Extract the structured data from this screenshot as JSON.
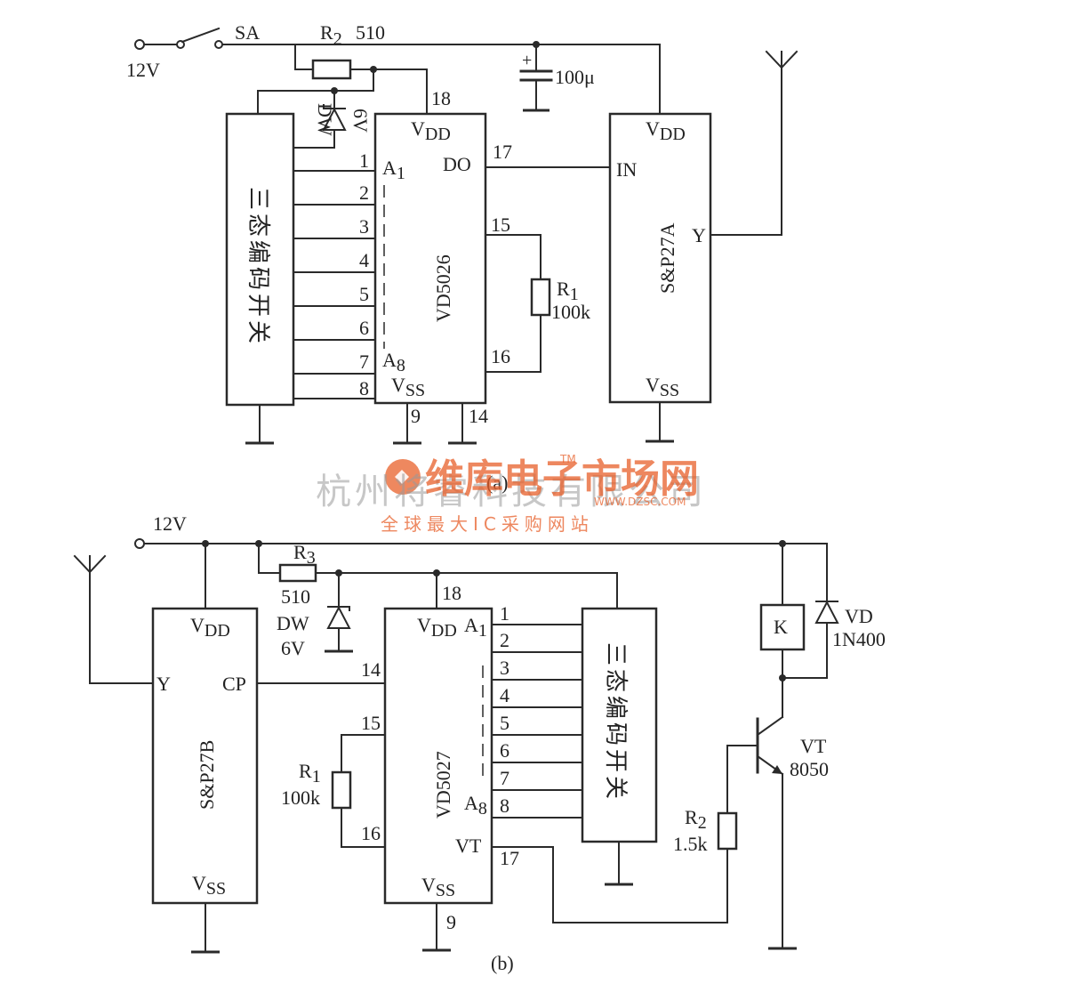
{
  "transmitter": {
    "supply": "12V",
    "switch": "SA",
    "r2": "R",
    "r2_sub": "2",
    "r2_value": "510",
    "capacitor": "100μ",
    "cap_plus": "+",
    "zener": "DW",
    "zener_value": "6V",
    "encoder_switch": "三态编码开关",
    "ic": "VD5026",
    "ic_vdd": "V",
    "ic_vdd_sub": "DD",
    "ic_vss": "V",
    "ic_vss_sub": "SS",
    "ic_do": "DO",
    "ic_a1": "A",
    "ic_a1_sub": "1",
    "ic_a8": "A",
    "ic_a8_sub": "8",
    "pins": [
      "1",
      "2",
      "3",
      "4",
      "5",
      "6",
      "7",
      "8"
    ],
    "pin18": "18",
    "pin17": "17",
    "pin15": "15",
    "pin16": "16",
    "pin9": "9",
    "pin14": "14",
    "r1": "R",
    "r1_sub": "1",
    "r1_value": "100k",
    "module": "S&P27A",
    "mod_vdd": "V",
    "mod_vdd_sub": "DD",
    "mod_vss": "V",
    "mod_vss_sub": "SS",
    "mod_in": "IN",
    "mod_y": "Y",
    "caption": "(a)"
  },
  "receiver": {
    "supply": "12V",
    "module": "S&P27B",
    "mod_vdd": "V",
    "mod_vdd_sub": "DD",
    "mod_vss": "V",
    "mod_vss_sub": "SS",
    "mod_y": "Y",
    "mod_cp": "CP",
    "r3": "R",
    "r3_sub": "3",
    "r3_value": "510",
    "zener": "DW",
    "zener_value": "6V",
    "ic": "VD5027",
    "ic_vdd": "V",
    "ic_vdd_sub": "DD",
    "ic_vss": "V",
    "ic_vss_sub": "SS",
    "ic_vt": "VT",
    "ic_a1": "A",
    "ic_a1_sub": "1",
    "ic_a8": "A",
    "ic_a8_sub": "8",
    "pins": [
      "1",
      "2",
      "3",
      "4",
      "5",
      "6",
      "7",
      "8"
    ],
    "pin18": "18",
    "pin14": "14",
    "pin15": "15",
    "pin16": "16",
    "pin17": "17",
    "pin9": "9",
    "r1": "R",
    "r1_sub": "1",
    "r1_value": "100k",
    "encoder_switch": "三态编码开关",
    "relay": "K",
    "diode": "VD",
    "diode_value": "1N400",
    "transistor": "VT",
    "transistor_value": "8050",
    "r2": "R",
    "r2_sub": "2",
    "r2_value": "1.5k",
    "caption": "(b)"
  },
  "watermark": {
    "company": "杭州将睿科技有限公司",
    "brand": "维库电子市场网",
    "url": "WWW.DZSC.COM",
    "slogan": "全球最大IC采购网站",
    "tm": "TM"
  }
}
